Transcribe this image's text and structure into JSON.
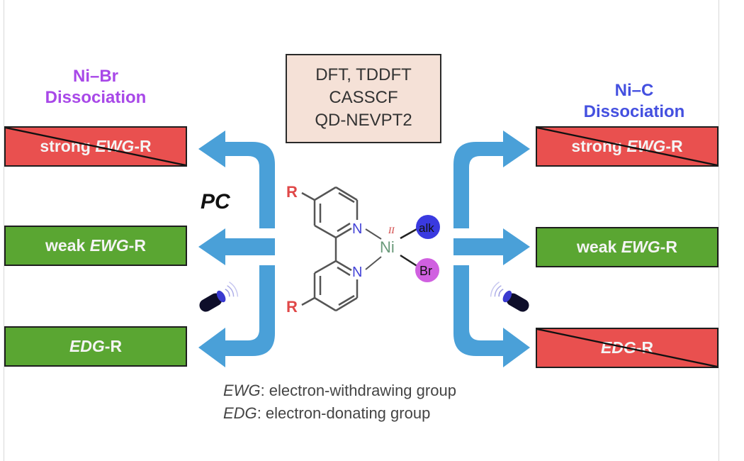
{
  "left_panel": {
    "heading_line1": "Ni–Br",
    "heading_line2": "Dissociation",
    "heading_color": "#a848e8",
    "boxes": [
      {
        "prefix": "strong ",
        "italic": "EWG",
        "suffix": "-R",
        "status": "disfavored",
        "color": "#e9504f",
        "crossed": true
      },
      {
        "prefix": "weak ",
        "italic": "EWG",
        "suffix": "-R",
        "status": "favored",
        "color": "#5aa632",
        "crossed": false
      },
      {
        "prefix": "",
        "italic": "EDG",
        "suffix": "-R",
        "status": "favored",
        "color": "#5aa632",
        "crossed": false
      }
    ],
    "pc_label": "PC",
    "light_icon": "flashlight-icon"
  },
  "right_panel": {
    "heading_line1": "Ni–C",
    "heading_line2": "Dissociation",
    "heading_color": "#4450e0",
    "boxes": [
      {
        "prefix": "strong ",
        "italic": "EWG",
        "suffix": "-R",
        "status": "disfavored",
        "color": "#e9504f",
        "crossed": true
      },
      {
        "prefix": "weak ",
        "italic": "EWG",
        "suffix": "-R",
        "status": "favored",
        "color": "#5aa632",
        "crossed": false
      },
      {
        "prefix": "",
        "italic": "EDG",
        "suffix": "-R",
        "status": "disfavored",
        "color": "#e9504f",
        "crossed": true
      }
    ],
    "light_icon": "flashlight-icon"
  },
  "methods_box": {
    "lines": [
      "DFT, TDDFT",
      "CASSCF",
      "QD-NEVPT2"
    ]
  },
  "complex": {
    "substituent_label": "R",
    "nitrogen_label": "N",
    "metal_label": "Ni",
    "oxidation_state": "II",
    "alkyl_label": "alk",
    "halide_label": "Br",
    "alkyl_sphere_color": "#3a3ae0",
    "halide_sphere_color": "#d060e0"
  },
  "legend": {
    "items": [
      {
        "abbr": "EWG",
        "text": ": electron-withdrawing group"
      },
      {
        "abbr": "EDG",
        "text": ": electron-donating group"
      }
    ]
  },
  "colors": {
    "arrow": "#4aa0d8",
    "red_box": "#e9504f",
    "green_box": "#5aa632",
    "methods_bg": "#f5e1d7"
  }
}
